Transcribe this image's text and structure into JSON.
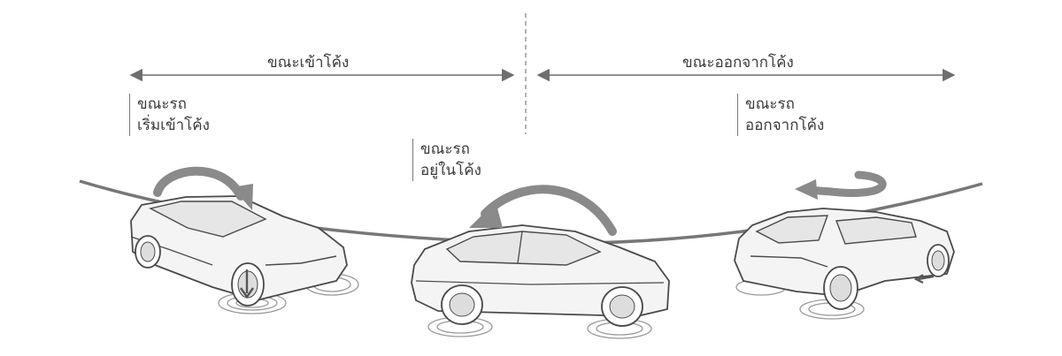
{
  "phases": {
    "entering": "ขณะเข้าโค้ง",
    "exiting": "ขณะออกจากโค้ง"
  },
  "notes": [
    {
      "line1": "ขณะรถ",
      "line2": "เริ่มเข้าโค้ง"
    },
    {
      "line1": "ขณะรถ",
      "line2": "อยู่ในโค้ง"
    },
    {
      "line1": "ขณะรถ",
      "line2": "ออกจากโค้ง"
    }
  ],
  "colors": {
    "line": "#6e6e6e",
    "car_fill": "#f4f4f4",
    "car_stroke": "#4a4a4a",
    "arrow": "#8a8a8a",
    "road": "#777777"
  }
}
